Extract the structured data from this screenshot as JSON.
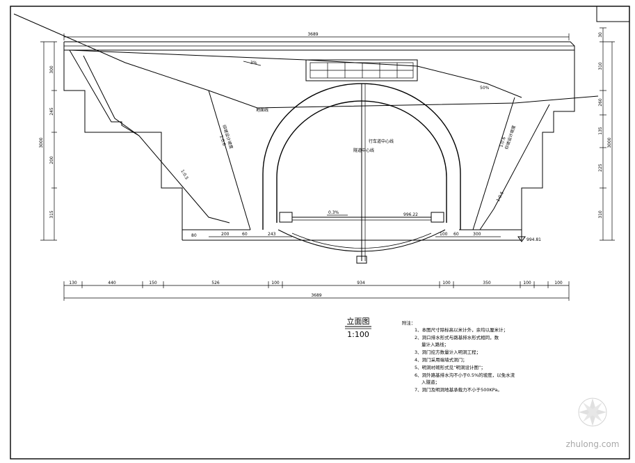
{
  "drawing": {
    "title": "立面图",
    "scale": "1:100",
    "top_total_dim": "3689",
    "bottom_total_dim": "3689",
    "bottom_dims": [
      "130",
      "440",
      "150",
      "526",
      "100",
      "934",
      "100",
      "350",
      "100",
      "100"
    ],
    "left_dims": [
      "300",
      "245",
      "3000",
      "200",
      "315"
    ],
    "right_dims": [
      "30",
      "310",
      "260",
      "3000",
      "135",
      "225",
      "310"
    ],
    "bottom_segment_dims": [
      "200",
      "60",
      "243",
      "100",
      "60",
      "300"
    ],
    "slope_labels": [
      "1:0.5",
      "1:0.5",
      "1:0.6",
      "1:0.6"
    ],
    "slope_note_left": "仰坡设计坡度",
    "slope_note_right": "仰坡设计坡度",
    "pct_label_right": "50%",
    "pct_label_left": "3%",
    "ground_label": "地面线",
    "center_label_left": "隧道中心线",
    "center_label_right": "行车道中心线",
    "road_slope_label": "0.3%",
    "elev_road": "996.22",
    "elev_base": "994.81",
    "small_dim": "80"
  },
  "notes": {
    "heading": "附注：",
    "items": [
      "1、本图尺寸除标高以米计外，余均以厘米计；",
      "2、洞口排水形式与路基排水形式相同，数",
      "量计入路线；",
      "3、洞门挖方数量计入明洞工程；",
      "4、洞门采用端墙式洞门；",
      "5、明洞衬砌形式见“明洞设计图”；",
      "6、洞外路基排水沟不小于0.5%的坡度，以免水流",
      "入隧道；",
      "7、洞门及明洞地基承载力不小于500KPa。"
    ]
  },
  "watermark": {
    "text": "zhulong.com"
  }
}
